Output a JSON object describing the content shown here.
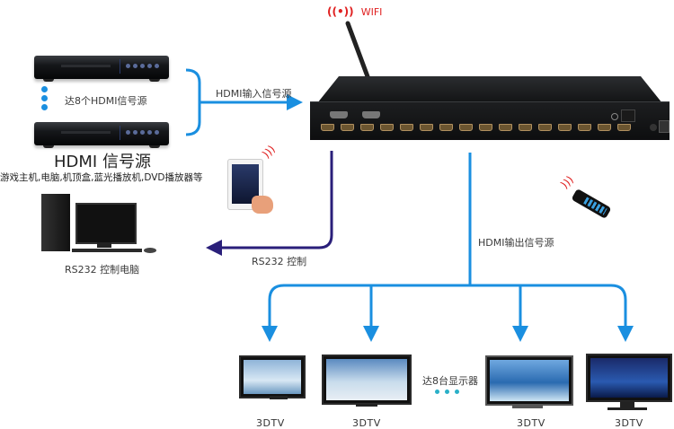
{
  "wifi": {
    "label": "WIFI",
    "icon": "wifi-signal-icon"
  },
  "sources": {
    "count_label": "达8个HDMI信号源",
    "title": "HDMI 信号源",
    "subtitle": "游戏主机,电脑,机顶盒,蓝光播放机,DVD播放器等"
  },
  "input_arrow": {
    "label": "HDMI输入信号源"
  },
  "output_arrow": {
    "label": "HDMI输出信号源"
  },
  "rs232": {
    "arrow_label": "RS232 控制",
    "pc_label": "RS232 控制电脑"
  },
  "displays": {
    "count_label": "达8台显示器",
    "items": [
      {
        "label": "3DTV"
      },
      {
        "label": "3DTV"
      },
      {
        "label": "3DTV"
      },
      {
        "label": "3DTV"
      }
    ]
  },
  "colors": {
    "blue_arrow": "#1a8fe0",
    "rs232_arrow": "#2a1f7a",
    "wifi_red": "#e02020"
  }
}
